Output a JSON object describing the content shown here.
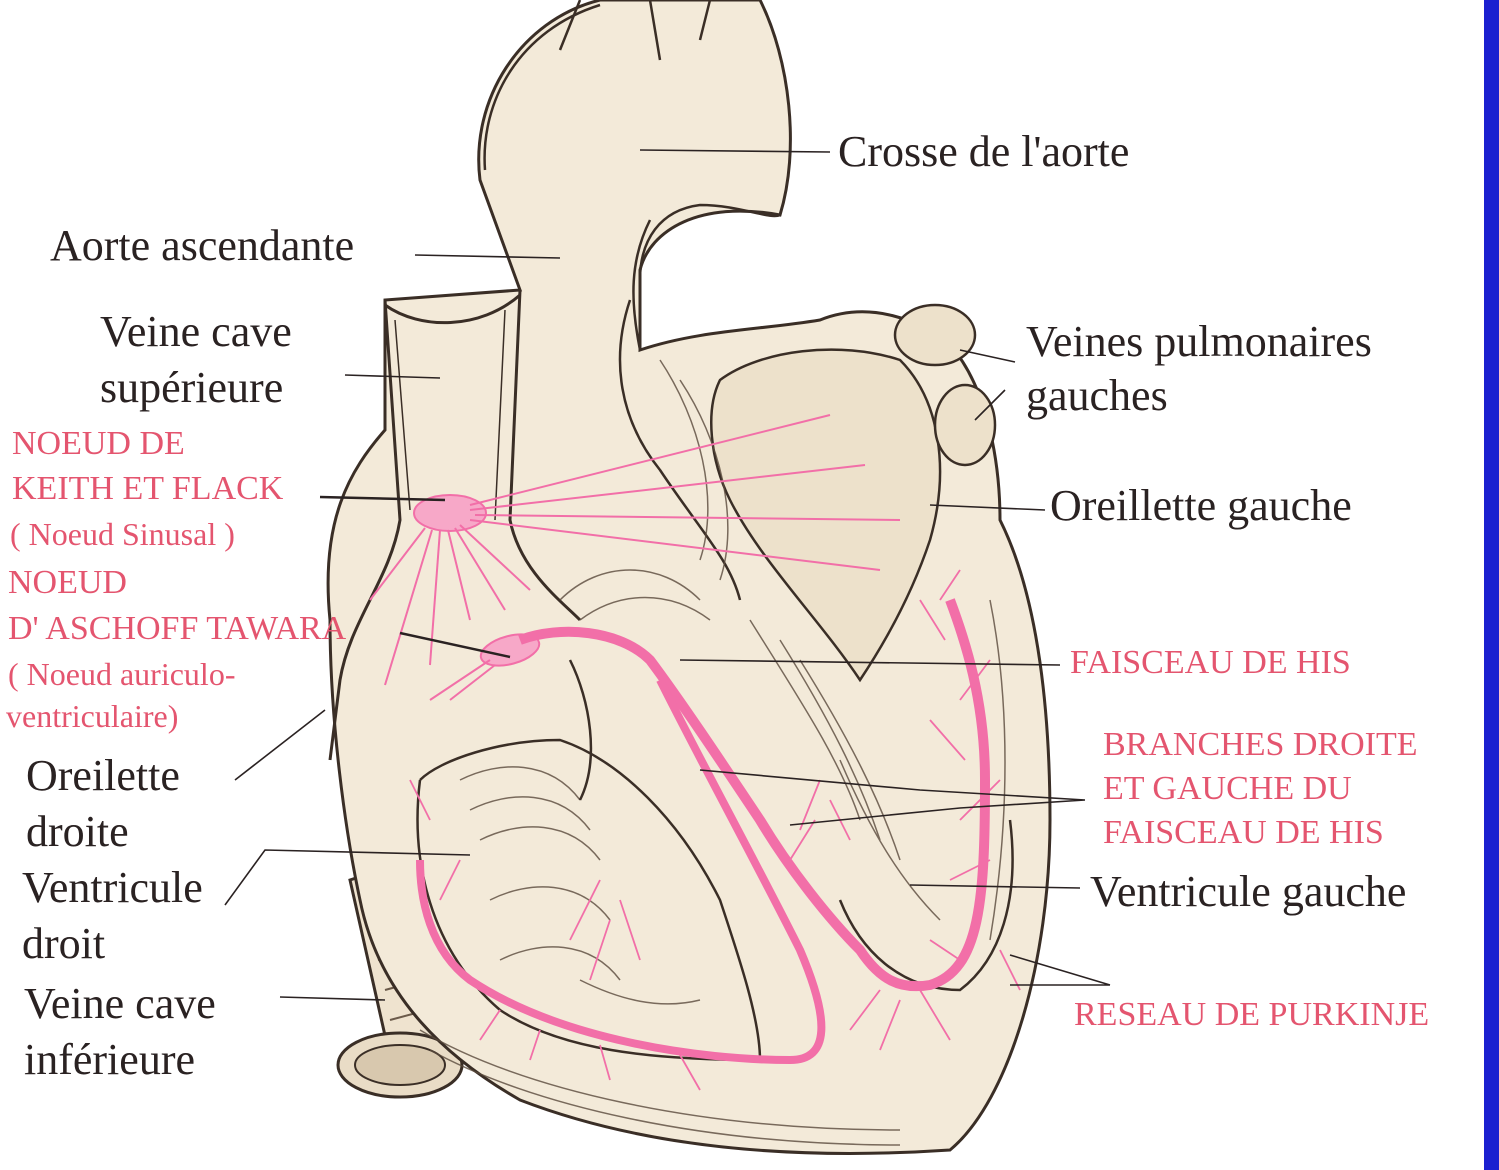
{
  "labels": {
    "crosse_aorte": "Crosse de l'aorte",
    "aorte_ascendante": "Aorte ascendante",
    "vcs_1": "Veine cave",
    "vcs_2": "supérieure",
    "vp_1": "Veines pulmonaires",
    "vp_2": "gauches",
    "oreillette_gauche": "Oreillette gauche",
    "oreillette_droite_1": "Oreilette",
    "oreillette_droite_2": "droite",
    "ventricule_droit_1": "Ventricule",
    "ventricule_droit_2": "droit",
    "vci_1": "Veine cave",
    "vci_2": "inférieure",
    "ventricule_gauche": "Ventricule gauche"
  },
  "conduction_labels": {
    "sinus_1": "NOEUD DE",
    "sinus_2": "KEITH ET FLACK",
    "sinus_3": "( Noeud Sinusal )",
    "av_1": "NOEUD",
    "av_2": "D' ASCHOFF TAWARA",
    "av_3": "( Noeud auriculo-",
    "av_4": "ventriculaire)",
    "his": "FAISCEAU DE HIS",
    "branches_1": "BRANCHES DROITE",
    "branches_2": "ET GAUCHE DU",
    "branches_3": "FAISCEAU DE HIS",
    "purkinje": "RESEAU DE PURKINJE"
  },
  "colors": {
    "conduction": "#f26fa8",
    "pink_label": "#e4556f",
    "black_label": "#2a2222",
    "heart_fill": "#f3ead9",
    "outline": "#3a2e26",
    "border": "#1b1fd0"
  }
}
